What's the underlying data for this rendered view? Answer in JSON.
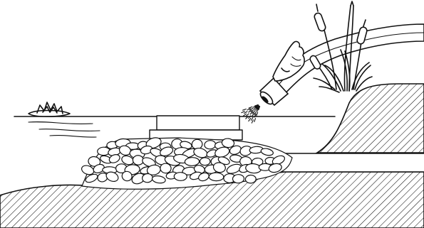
{
  "scene": {
    "background": "#ffffff",
    "ink": "#111111",
    "elements": [
      "water-lily-icon",
      "water-surface",
      "filter-box",
      "rock-pile",
      "garden-hose",
      "gloved-hand-icon",
      "water-spray",
      "cattail-plant-icon",
      "hatched-bank",
      "hatched-pond-floor",
      "outlet-pipe"
    ]
  }
}
